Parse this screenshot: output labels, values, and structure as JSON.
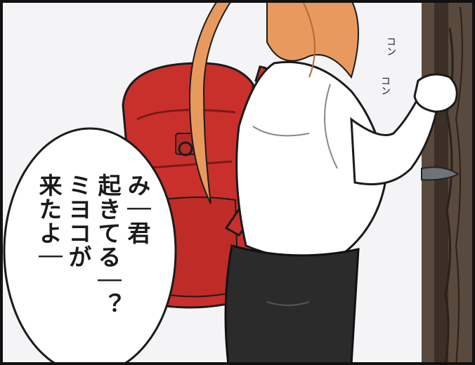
{
  "speech_bubble": {
    "lines": [
      "み｜君",
      "起きてる｜？",
      "ミヨコが",
      "来たよ｜"
    ]
  },
  "sound_effects": [
    "コン",
    "コン"
  ],
  "colors": {
    "backpack_red": "#c9302c",
    "hair_orange": "#e89a5e",
    "shorts_black": "#2b2b2b",
    "door_brown": "#5a4a3e",
    "background": "#f4f4f6"
  }
}
